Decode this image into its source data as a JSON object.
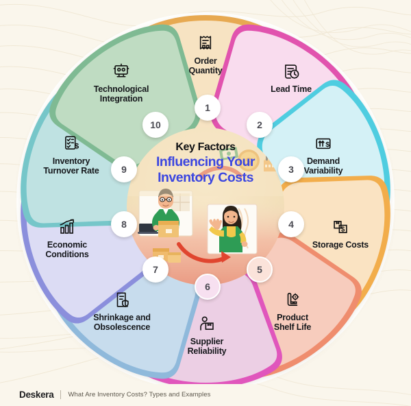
{
  "title": {
    "line1": "Key Factors",
    "line2": "Influencing Your",
    "line3": "Inventory Costs",
    "line1_color": "#101114",
    "accent_color": "#3b46e0"
  },
  "footer": {
    "brand": "Deskera",
    "tagline": "What Are Inventory Costs? Types and Examples"
  },
  "background_color": "#faf6ec",
  "segments": [
    {
      "number": "1",
      "label_line1": "Order",
      "label_line2": "Quantity",
      "icon": "receipt-icon",
      "fill": "#f7e3c2",
      "accent": "#e7a951",
      "badge_bg": "#ffffff"
    },
    {
      "number": "2",
      "label_line1": "Lead Time",
      "label_line2": "",
      "icon": "clock-document-icon",
      "fill": "#f9dcee",
      "accent": "#e152ae",
      "badge_bg": "#ffffff"
    },
    {
      "number": "3",
      "label_line1": "Demand",
      "label_line2": "Variability",
      "icon": "demand-chart-icon",
      "fill": "#d4f1f6",
      "accent": "#4fcde0",
      "badge_bg": "#ffffff"
    },
    {
      "number": "4",
      "label_line1": "Storage Costs",
      "label_line2": "",
      "icon": "warehouse-box-icon",
      "fill": "#fae3c2",
      "accent": "#f2ad4c",
      "badge_bg": "#ffffff"
    },
    {
      "number": "5",
      "label_line1": "Product",
      "label_line2": "Shelf Life",
      "icon": "shelf-life-icon",
      "fill": "#f7ccbd",
      "accent": "#ef8d6e",
      "badge_bg": "#fbe3da"
    },
    {
      "number": "6",
      "label_line1": "Supplier",
      "label_line2": "Reliability",
      "icon": "supplier-person-icon",
      "fill": "#eccfe4",
      "accent": "#e056bc",
      "badge_bg": "#f7e0f0"
    },
    {
      "number": "7",
      "label_line1": "Shrinkage and",
      "label_line2": "Obsolescence",
      "icon": "shield-document-icon",
      "fill": "#c7dced",
      "accent": "#8fb9db",
      "badge_bg": "#ffffff"
    },
    {
      "number": "8",
      "label_line1": "Economic",
      "label_line2": "Conditions",
      "icon": "growth-bars-icon",
      "fill": "#dcdcf4",
      "accent": "#8b8fdc",
      "badge_bg": "#ffffff"
    },
    {
      "number": "9",
      "label_line1": "Inventory",
      "label_line2": "Turnover Rate",
      "icon": "checklist-money-icon",
      "fill": "#bfe2e2",
      "accent": "#76c6c9",
      "badge_bg": "#ffffff"
    },
    {
      "number": "10",
      "label_line1": "Technological",
      "label_line2": "Integration",
      "icon": "monitor-gear-icon",
      "fill": "#bfdcc2",
      "accent": "#7fba93",
      "badge_bg": "#ffffff"
    }
  ],
  "center_illustration": {
    "elements": [
      "warehouse-worker-male",
      "warehouse-worker-female",
      "cardboard-boxes",
      "banknote",
      "dollar-coin",
      "factory",
      "red-cycle-arrows"
    ]
  }
}
